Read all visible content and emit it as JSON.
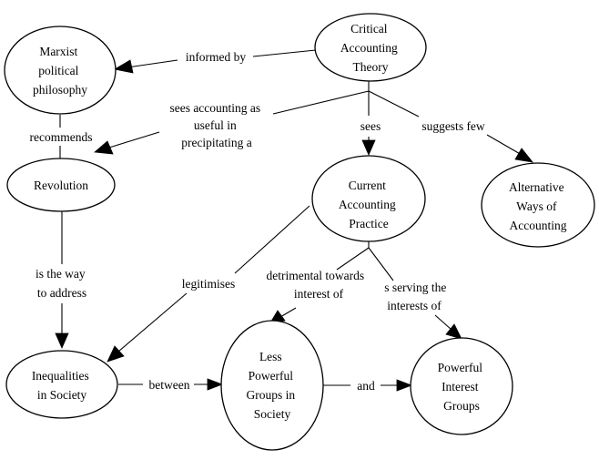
{
  "concepts": {
    "critical_accounting_theory": [
      "Critical",
      "Accounting",
      "Theory"
    ],
    "marxist_political_philosophy": [
      "Marxist",
      "political",
      "philosophy"
    ],
    "revolution": [
      "Revolution"
    ],
    "current_accounting_practice": [
      "Current",
      "Accounting",
      "Practice"
    ],
    "alternative_ways_of_accounting": [
      "Alternative",
      "Ways of",
      "Accounting"
    ],
    "inequalities_in_society": [
      "Inequalities",
      "in Society"
    ],
    "less_powerful_groups": [
      "Less",
      "Powerful",
      "Groups in",
      "Society"
    ],
    "powerful_interest_groups": [
      "Powerful",
      "Interest",
      "Groups"
    ]
  },
  "links": {
    "informed_by": [
      "informed by"
    ],
    "sees_accounting_as_useful": [
      "sees accounting as",
      "useful in",
      "precipitating a"
    ],
    "sees": [
      "sees"
    ],
    "suggests_few": [
      "suggests few"
    ],
    "recommends": [
      "recommends"
    ],
    "is_the_way_to_address": [
      "is the way",
      "to address"
    ],
    "legitimises": [
      "legitimises"
    ],
    "detrimental_towards": [
      "detrimental towards",
      "interest of"
    ],
    "serving_the_interests": [
      "s serving the",
      "interests of"
    ],
    "between": [
      "between"
    ],
    "and": [
      "and"
    ]
  }
}
